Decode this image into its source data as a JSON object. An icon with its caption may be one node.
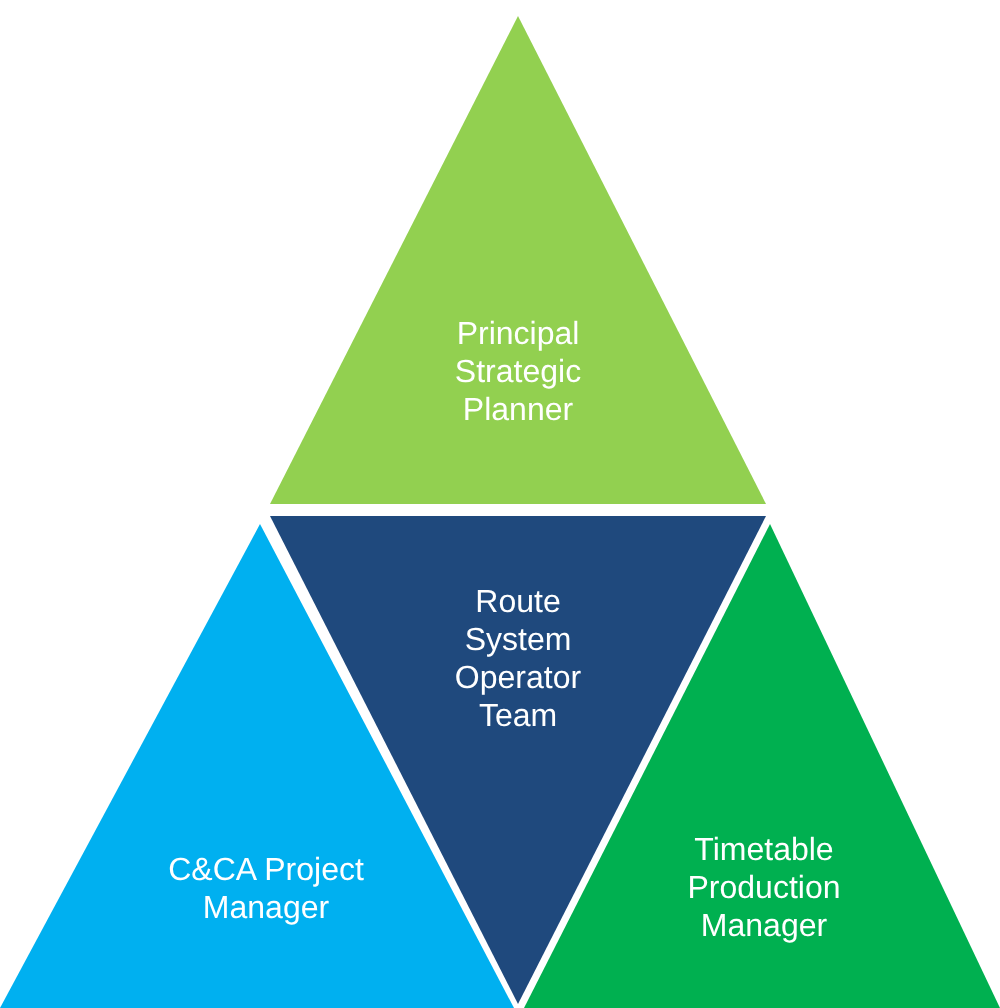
{
  "diagram": {
    "nodes": [
      {
        "text": [
          "Principal Strategic Planner"
        ]
      },
      {
        "text": [
          "Route System Operator Team"
        ]
      },
      {
        "text": [
          "C&CA Project Manager"
        ]
      },
      {
        "text": [
          "Timetable Production Manager"
        ]
      }
    ]
  }
}
